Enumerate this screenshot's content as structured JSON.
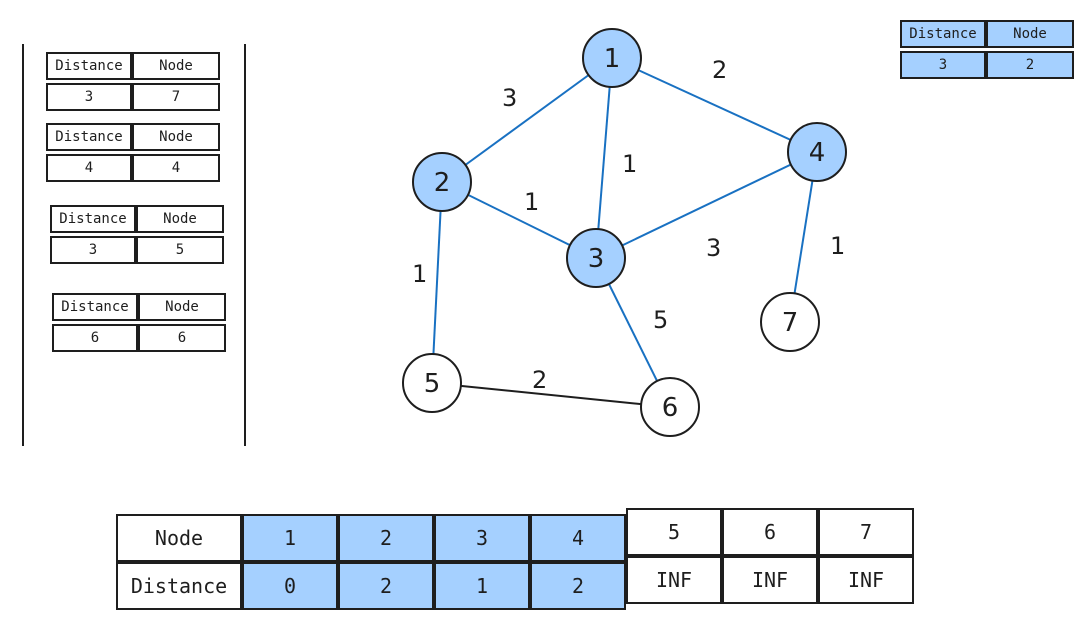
{
  "queue_tables": [
    {
      "header_distance": "Distance",
      "header_node": "Node",
      "distance": "3",
      "node": "7"
    },
    {
      "header_distance": "Distance",
      "header_node": "Node",
      "distance": "4",
      "node": "4"
    },
    {
      "header_distance": "Distance",
      "header_node": "Node",
      "distance": "3",
      "node": "5"
    },
    {
      "header_distance": "Distance",
      "header_node": "Node",
      "distance": "6",
      "node": "6"
    }
  ],
  "current_table": {
    "header_distance": "Distance",
    "header_node": "Node",
    "distance": "3",
    "node": "2",
    "color": "#a5d0ff"
  },
  "graph": {
    "nodes": [
      {
        "id": "n1",
        "label": "1",
        "visited": true
      },
      {
        "id": "n2",
        "label": "2",
        "visited": true
      },
      {
        "id": "n3",
        "label": "3",
        "visited": true
      },
      {
        "id": "n4",
        "label": "4",
        "visited": true
      },
      {
        "id": "n5",
        "label": "5",
        "visited": false
      },
      {
        "id": "n6",
        "label": "6",
        "visited": false
      },
      {
        "id": "n7",
        "label": "7",
        "visited": false
      }
    ],
    "edges": [
      {
        "from": "1",
        "to": "2",
        "weight": "3"
      },
      {
        "from": "1",
        "to": "4",
        "weight": "2"
      },
      {
        "from": "1",
        "to": "3",
        "weight": "1"
      },
      {
        "from": "2",
        "to": "3",
        "weight": "1"
      },
      {
        "from": "3",
        "to": "4",
        "weight": "3"
      },
      {
        "from": "4",
        "to": "7",
        "weight": "1"
      },
      {
        "from": "2",
        "to": "5",
        "weight": "1"
      },
      {
        "from": "3",
        "to": "6",
        "weight": "5"
      },
      {
        "from": "5",
        "to": "6",
        "weight": "2"
      }
    ],
    "visited_color": "#a5d0ff",
    "edge_color_visited": "#1971c2"
  },
  "distance_table": {
    "row_labels": {
      "node": "Node",
      "distance": "Distance"
    },
    "nodes": [
      "1",
      "2",
      "3",
      "4",
      "5",
      "6",
      "7"
    ],
    "distances": [
      "0",
      "2",
      "1",
      "2",
      "INF",
      "INF",
      "INF"
    ],
    "highlighted": [
      true,
      true,
      true,
      true,
      false,
      false,
      false
    ]
  }
}
